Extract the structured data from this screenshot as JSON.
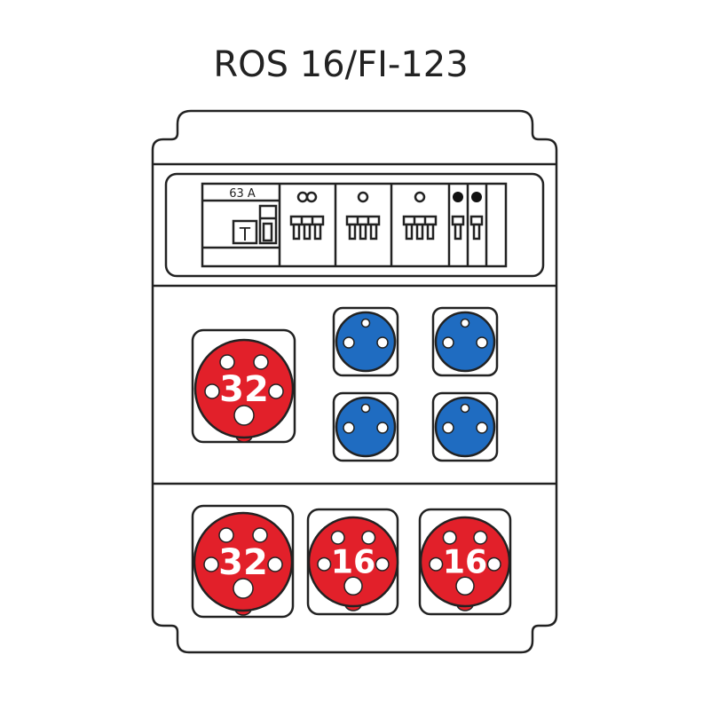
{
  "title": "ROS 16/FI-123",
  "breaker_panel": {
    "rcd_rating": "63 A",
    "rcd_test_label": "T"
  },
  "sockets": {
    "middle_red_label": "32",
    "bottom_labels": [
      "32",
      "16",
      "16"
    ]
  },
  "colors": {
    "red": "#e2202a",
    "blue": "#1f6cc1",
    "outline": "#222222"
  }
}
